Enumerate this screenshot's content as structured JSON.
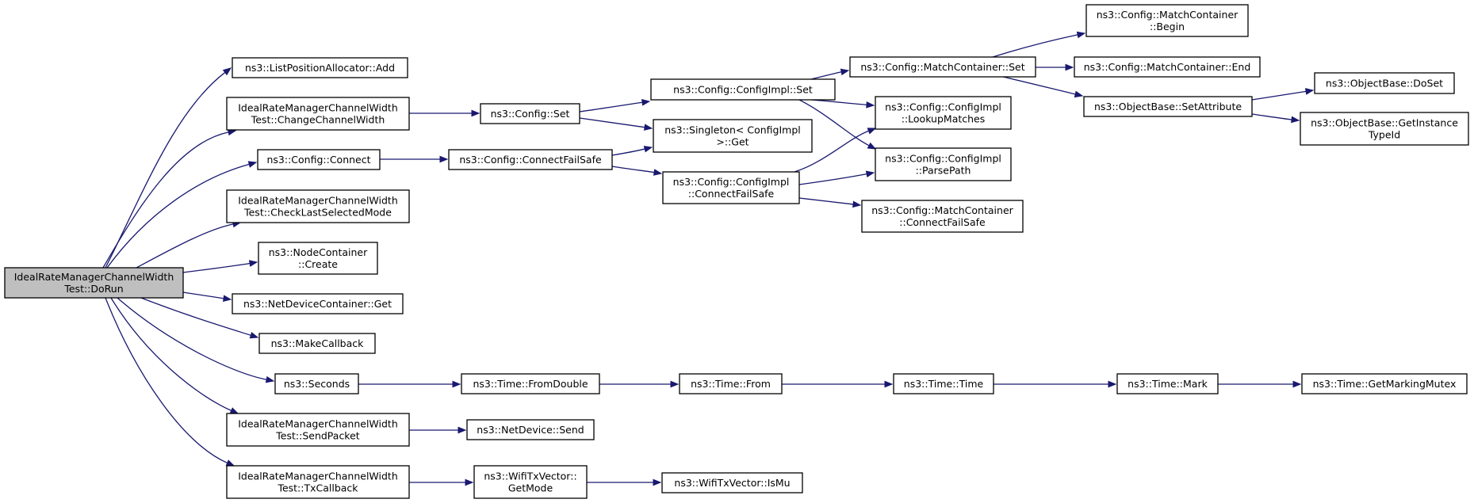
{
  "diagram": {
    "type": "call-graph",
    "nodes": [
      {
        "id": "root",
        "lines": [
          "IdealRateManagerChannelWidth",
          "Test::DoRun"
        ],
        "highlighted": true
      },
      {
        "id": "list_add",
        "lines": [
          "ns3::ListPositionAllocator::Add"
        ]
      },
      {
        "id": "change_cw",
        "lines": [
          "IdealRateManagerChannelWidth",
          "Test::ChangeChannelWidth"
        ]
      },
      {
        "id": "config_connect",
        "lines": [
          "ns3::Config::Connect"
        ]
      },
      {
        "id": "check_last",
        "lines": [
          "IdealRateManagerChannelWidth",
          "Test::CheckLastSelectedMode"
        ]
      },
      {
        "id": "nc_create",
        "lines": [
          "ns3::NodeContainer",
          "::Create"
        ]
      },
      {
        "id": "ndc_get",
        "lines": [
          "ns3::NetDeviceContainer::Get"
        ]
      },
      {
        "id": "make_callback",
        "lines": [
          "ns3::MakeCallback"
        ]
      },
      {
        "id": "seconds",
        "lines": [
          "ns3::Seconds"
        ]
      },
      {
        "id": "send_packet",
        "lines": [
          "IdealRateManagerChannelWidth",
          "Test::SendPacket"
        ]
      },
      {
        "id": "tx_callback",
        "lines": [
          "IdealRateManagerChannelWidth",
          "Test::TxCallback"
        ]
      },
      {
        "id": "config_set",
        "lines": [
          "ns3::Config::Set"
        ]
      },
      {
        "id": "connect_failsafe",
        "lines": [
          "ns3::Config::ConnectFailSafe"
        ]
      },
      {
        "id": "time_fromdouble",
        "lines": [
          "ns3::Time::FromDouble"
        ]
      },
      {
        "id": "netdevice_send",
        "lines": [
          "ns3::NetDevice::Send"
        ]
      },
      {
        "id": "wifi_getmode",
        "lines": [
          "ns3::WifiTxVector::",
          "GetMode"
        ]
      },
      {
        "id": "configimpl_set",
        "lines": [
          "ns3::Config::ConfigImpl::Set"
        ]
      },
      {
        "id": "singleton_get",
        "lines": [
          "ns3::Singleton< ConfigImpl",
          ">::Get"
        ]
      },
      {
        "id": "configimpl_cfs",
        "lines": [
          "ns3::Config::ConfigImpl",
          "::ConnectFailSafe"
        ]
      },
      {
        "id": "time_from",
        "lines": [
          "ns3::Time::From"
        ]
      },
      {
        "id": "wifi_ismu",
        "lines": [
          "ns3::WifiTxVector::IsMu"
        ]
      },
      {
        "id": "mc_set",
        "lines": [
          "ns3::Config::MatchContainer::Set"
        ]
      },
      {
        "id": "lookup_matches",
        "lines": [
          "ns3::Config::ConfigImpl",
          "::LookupMatches"
        ]
      },
      {
        "id": "parse_path",
        "lines": [
          "ns3::Config::ConfigImpl",
          "::ParsePath"
        ]
      },
      {
        "id": "mc_cfs",
        "lines": [
          "ns3::Config::MatchContainer",
          "::ConnectFailSafe"
        ]
      },
      {
        "id": "time_time",
        "lines": [
          "ns3::Time::Time"
        ]
      },
      {
        "id": "mc_begin",
        "lines": [
          "ns3::Config::MatchContainer",
          "::Begin"
        ]
      },
      {
        "id": "mc_end",
        "lines": [
          "ns3::Config::MatchContainer::End"
        ]
      },
      {
        "id": "set_attribute",
        "lines": [
          "ns3::ObjectBase::SetAttribute"
        ]
      },
      {
        "id": "time_mark",
        "lines": [
          "ns3::Time::Mark"
        ]
      },
      {
        "id": "do_set",
        "lines": [
          "ns3::ObjectBase::DoSet"
        ]
      },
      {
        "id": "get_instance_typeid",
        "lines": [
          "ns3::ObjectBase::GetInstance",
          "TypeId"
        ]
      },
      {
        "id": "marking_mutex",
        "lines": [
          "ns3::Time::GetMarkingMutex"
        ]
      }
    ],
    "edges": [
      {
        "from": "root",
        "to": "list_add"
      },
      {
        "from": "root",
        "to": "change_cw"
      },
      {
        "from": "root",
        "to": "config_connect"
      },
      {
        "from": "root",
        "to": "check_last"
      },
      {
        "from": "root",
        "to": "nc_create"
      },
      {
        "from": "root",
        "to": "ndc_get"
      },
      {
        "from": "root",
        "to": "make_callback"
      },
      {
        "from": "root",
        "to": "seconds"
      },
      {
        "from": "root",
        "to": "send_packet"
      },
      {
        "from": "root",
        "to": "tx_callback"
      },
      {
        "from": "change_cw",
        "to": "config_set"
      },
      {
        "from": "config_set",
        "to": "configimpl_set"
      },
      {
        "from": "config_set",
        "to": "singleton_get"
      },
      {
        "from": "config_connect",
        "to": "connect_failsafe"
      },
      {
        "from": "connect_failsafe",
        "to": "singleton_get"
      },
      {
        "from": "connect_failsafe",
        "to": "configimpl_cfs"
      },
      {
        "from": "configimpl_set",
        "to": "mc_set"
      },
      {
        "from": "configimpl_set",
        "to": "lookup_matches"
      },
      {
        "from": "configimpl_set",
        "to": "parse_path"
      },
      {
        "from": "configimpl_cfs",
        "to": "lookup_matches"
      },
      {
        "from": "configimpl_cfs",
        "to": "parse_path"
      },
      {
        "from": "configimpl_cfs",
        "to": "mc_cfs"
      },
      {
        "from": "mc_set",
        "to": "mc_begin"
      },
      {
        "from": "mc_set",
        "to": "mc_end"
      },
      {
        "from": "mc_set",
        "to": "set_attribute"
      },
      {
        "from": "set_attribute",
        "to": "do_set"
      },
      {
        "from": "set_attribute",
        "to": "get_instance_typeid"
      },
      {
        "from": "seconds",
        "to": "time_fromdouble"
      },
      {
        "from": "time_fromdouble",
        "to": "time_from"
      },
      {
        "from": "time_from",
        "to": "time_time"
      },
      {
        "from": "time_time",
        "to": "time_mark"
      },
      {
        "from": "time_mark",
        "to": "marking_mutex"
      },
      {
        "from": "send_packet",
        "to": "netdevice_send"
      },
      {
        "from": "tx_callback",
        "to": "wifi_getmode"
      },
      {
        "from": "wifi_getmode",
        "to": "wifi_ismu"
      }
    ]
  }
}
